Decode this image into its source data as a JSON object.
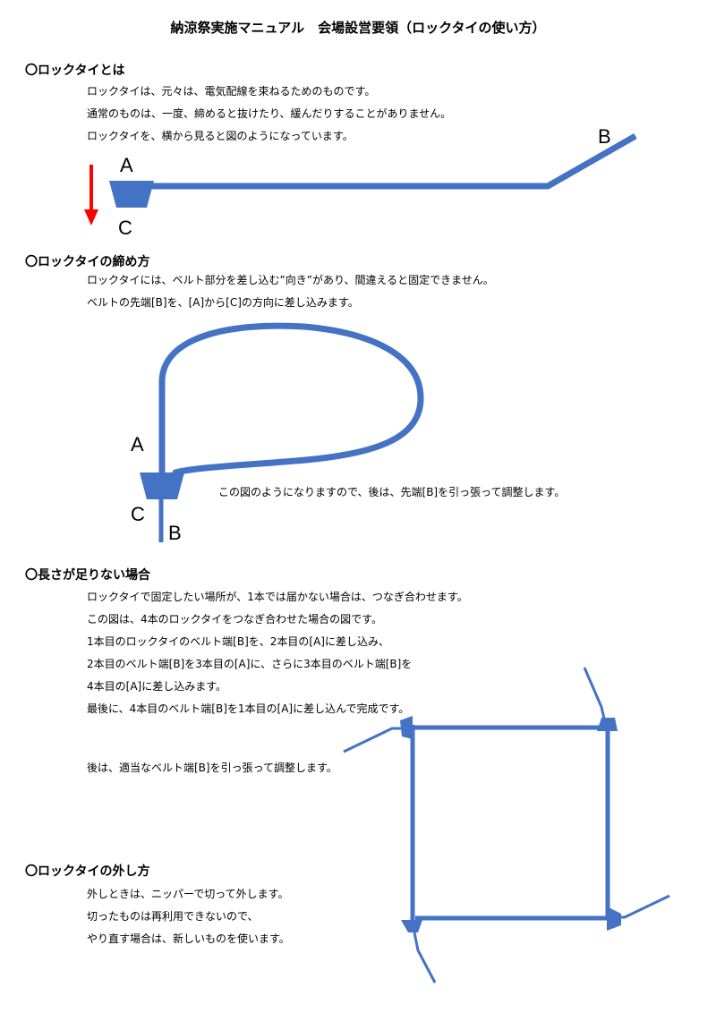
{
  "title": "納涼祭実施マニュアル　会場設営要領（ロックタイの使い方）",
  "sections": {
    "about": {
      "heading": "〇ロックタイとは",
      "lines": [
        "ロックタイは、元々は、電気配線を束ねるためのものです。",
        "通常のものは、一度、締めると抜けたり、緩んだりすることがありません。",
        "ロックタイを、横から見ると図のようになっています。"
      ]
    },
    "fasten": {
      "heading": "〇ロックタイの締め方",
      "lines": [
        "ロックタイには、ベルト部分を差し込む”向き”があり、間違えると固定できません。",
        "ベルトの先端[B]を、[A]から[C]の方向に差し込みます。"
      ],
      "caption": "この図のようになりますので、後は、先端[B]を引っ張って調整します。"
    },
    "extend": {
      "heading": "〇長さが足りない場合",
      "lines": [
        "ロックタイで固定したい場所が、1本では届かない場合は、つなぎ合わせます。",
        "この図は、4本のロックタイをつなぎ合わせた場合の図です。",
        "1本目のロックタイのベルト端[B]を、2本目の[A]に差し込み、",
        "2本目のベルト端[B]を3本目の[A]に、さらに3本目のベルト端[B]を",
        "4本目の[A]に差し込みます。",
        "最後に、4本目のベルト端[B]を1本目の[A]に差し込んで完成です。"
      ],
      "caption": "後は、適当なベルト端[B]を引っ張って調整します。"
    },
    "remove": {
      "heading": "〇ロックタイの外し方",
      "lines": [
        "外しときは、ニッパーで切って外します。",
        "切ったものは再利用できないので、",
        "やり直す場合は、新しいものを使います。"
      ]
    }
  },
  "labels": {
    "fig1": {
      "a": "A",
      "b": "B",
      "c": "C"
    },
    "fig2": {
      "a": "A",
      "b": "B",
      "c": "C"
    }
  },
  "colors": {
    "tie": "#4472c4",
    "arrow": "#ff0000"
  }
}
